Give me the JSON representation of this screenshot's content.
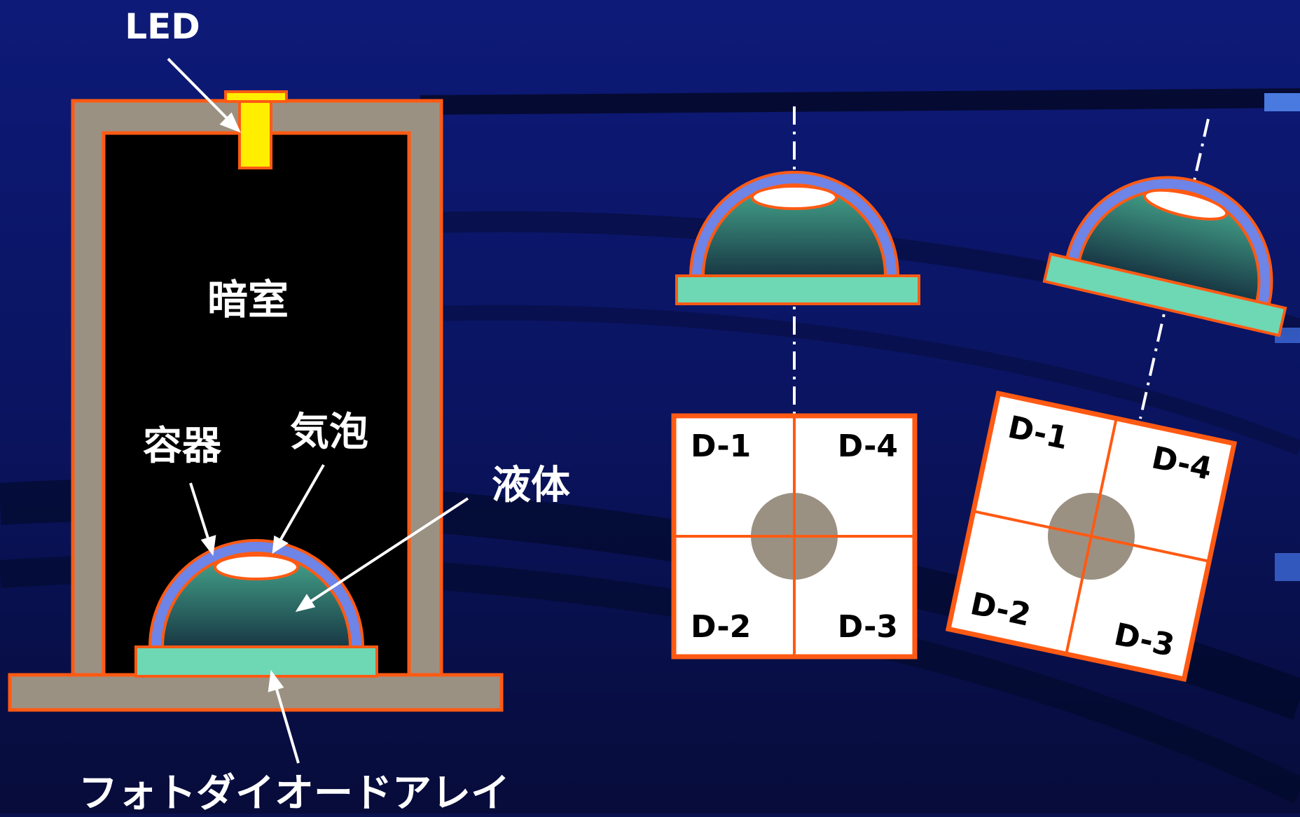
{
  "labels": {
    "led": "LED",
    "dark_room": "暗室",
    "container": "容器",
    "bubble": "気泡",
    "liquid": "液体",
    "photodiode_array": "フォトダイオードアレイ"
  },
  "detector_level": {
    "q1": "D-1",
    "q2": "D-2",
    "q3": "D-3",
    "q4": "D-4"
  },
  "detector_tilted": {
    "q1": "D-1",
    "q2": "D-2",
    "q3": "D-3",
    "q4": "D-4"
  },
  "colors": {
    "background": "#0a1250",
    "housing": "#9b9183",
    "outline": "#ff5a14",
    "led": "#ffee00",
    "dark_room": "#000000",
    "container_shell": "#6e84e6",
    "liquid_top": "#3f9c86",
    "liquid_bottom": "#1a3f48",
    "base_plate": "#6ed8b4",
    "detector_bg": "#ffffff",
    "spot": "#9b9183",
    "arrow": "#ffffff"
  }
}
